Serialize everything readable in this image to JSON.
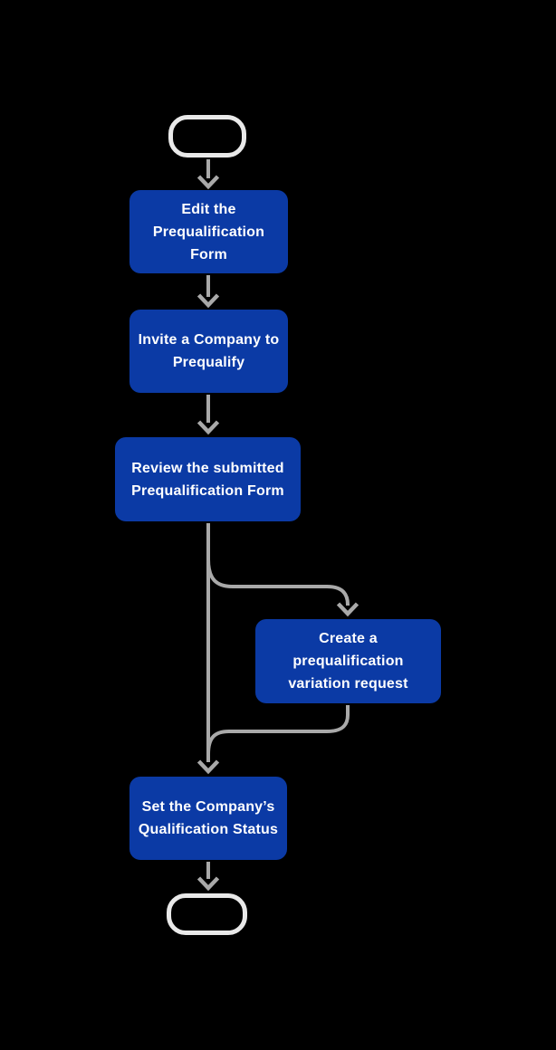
{
  "diagram": {
    "type": "flowchart",
    "colors": {
      "background": "#000000",
      "node_fill": "#0B3AA5",
      "node_text": "#FFFFFF",
      "connector": "#A9A9A9",
      "terminal_outline": "#E9E9E9"
    },
    "nodes": [
      {
        "id": "start",
        "kind": "terminal",
        "label": ""
      },
      {
        "id": "edit-form",
        "kind": "process",
        "label": "Edit the\nPrequalification\nForm"
      },
      {
        "id": "invite-company",
        "kind": "process",
        "label": "Invite a Company to\nPrequalify"
      },
      {
        "id": "review-form",
        "kind": "process",
        "label": "Review the submitted\nPrequalification Form"
      },
      {
        "id": "variation-request",
        "kind": "process",
        "label": "Create a\nprequalification\nvariation request"
      },
      {
        "id": "set-status",
        "kind": "process",
        "label": "Set the Company’s\nQualification Status"
      },
      {
        "id": "end",
        "kind": "terminal",
        "label": ""
      }
    ],
    "edges": [
      {
        "from": "start",
        "to": "edit-form"
      },
      {
        "from": "edit-form",
        "to": "invite-company"
      },
      {
        "from": "invite-company",
        "to": "review-form"
      },
      {
        "from": "review-form",
        "to": "variation-request"
      },
      {
        "from": "review-form",
        "to": "set-status"
      },
      {
        "from": "variation-request",
        "to": "set-status"
      },
      {
        "from": "set-status",
        "to": "end"
      }
    ]
  }
}
